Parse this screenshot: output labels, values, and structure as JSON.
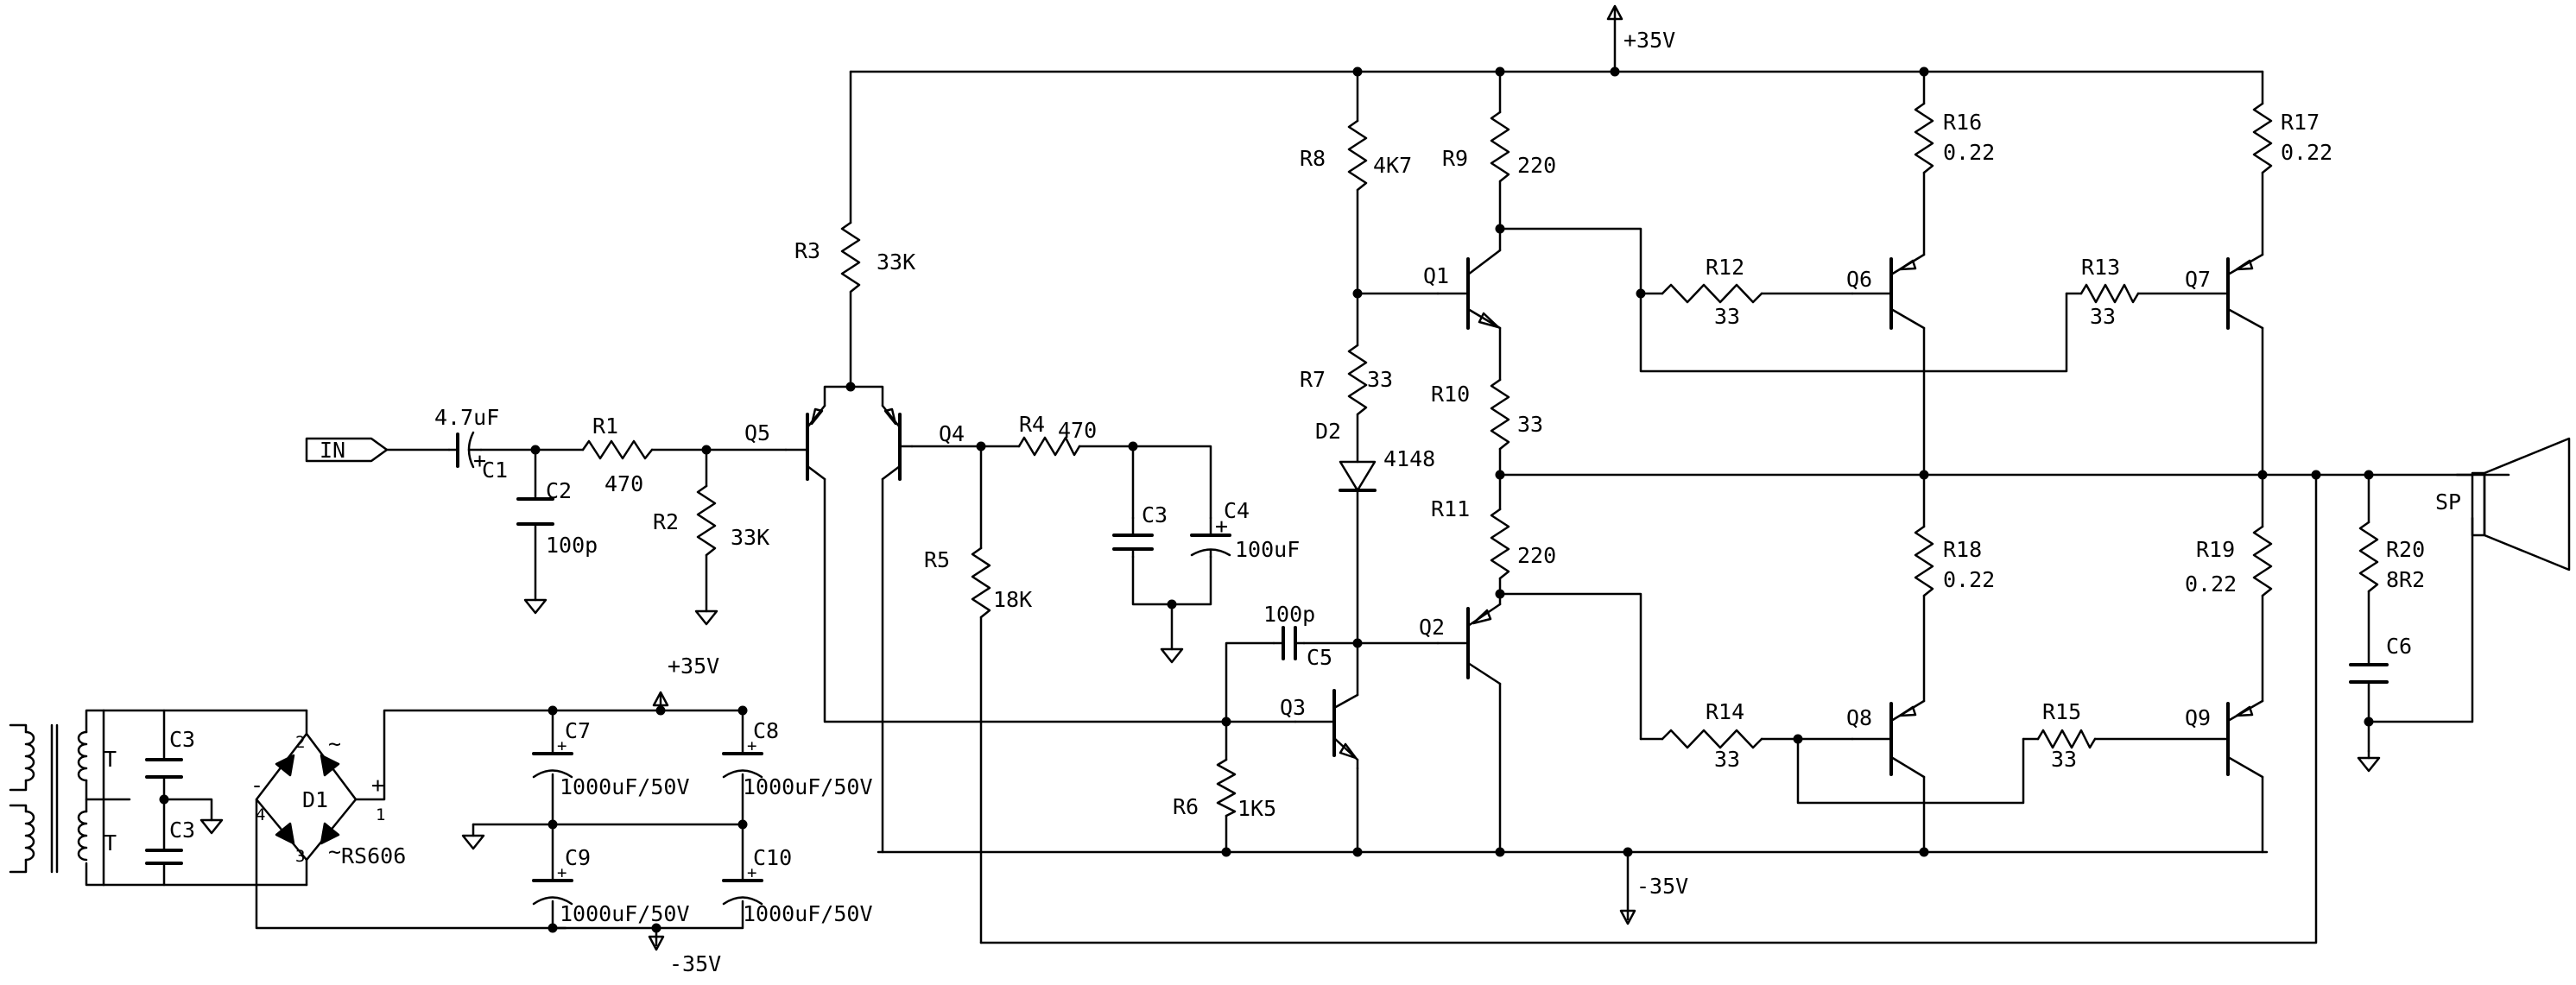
{
  "rails": {
    "vcc_top": "+35V",
    "vee_bottom": "-35V",
    "psu_pos": "+35V",
    "psu_neg": "-35V"
  },
  "input": {
    "port": "IN",
    "c1_value": "4.7uF",
    "c1_ref": "C1"
  },
  "resistors": {
    "R1": {
      "ref": "R1",
      "value": "470"
    },
    "R2": {
      "ref": "R2",
      "value": "33K"
    },
    "R3": {
      "ref": "R3",
      "value": "33K"
    },
    "R4": {
      "ref": "R4",
      "value": "470"
    },
    "R5": {
      "ref": "R5",
      "value": "18K"
    },
    "R6": {
      "ref": "R6",
      "value": "1K5"
    },
    "R7": {
      "ref": "R7",
      "value": "33"
    },
    "R8": {
      "ref": "R8",
      "value": "4K7"
    },
    "R9": {
      "ref": "R9",
      "value": "220"
    },
    "R10": {
      "ref": "R10",
      "value": "33"
    },
    "R11": {
      "ref": "R11",
      "value": "220"
    },
    "R12": {
      "ref": "R12",
      "value": "33"
    },
    "R13": {
      "ref": "R13",
      "value": "33"
    },
    "R14": {
      "ref": "R14",
      "value": "33"
    },
    "R15": {
      "ref": "R15",
      "value": "33"
    },
    "R16": {
      "ref": "R16",
      "value": "0.22"
    },
    "R17": {
      "ref": "R17",
      "value": "0.22"
    },
    "R18": {
      "ref": "R18",
      "value": "0.22"
    },
    "R19": {
      "ref": "R19",
      "value": "0.22"
    },
    "R20": {
      "ref": "R20",
      "value": "8R2"
    }
  },
  "capacitors": {
    "C2": {
      "ref": "C2",
      "value": "100p"
    },
    "C3": {
      "ref": "C3",
      "value": ""
    },
    "C4": {
      "ref": "C4",
      "value": "100uF"
    },
    "C5": {
      "ref": "C5",
      "value": "100p"
    },
    "C6": {
      "ref": "C6",
      "value": ""
    },
    "C7": {
      "ref": "C7",
      "value": "1000uF/50V"
    },
    "C8": {
      "ref": "C8",
      "value": "1000uF/50V"
    },
    "C9": {
      "ref": "C9",
      "value": "1000uF/50V"
    },
    "C10": {
      "ref": "C10",
      "value": "1000uF/50V"
    },
    "C3a": {
      "ref": "C3"
    },
    "C3b": {
      "ref": "C3"
    }
  },
  "transistors": {
    "Q1": "Q1",
    "Q2": "Q2",
    "Q3": "Q3",
    "Q4": "Q4",
    "Q5": "Q5",
    "Q6": "Q6",
    "Q7": "Q7",
    "Q8": "Q8",
    "Q9": "Q9"
  },
  "diode": {
    "ref": "D2",
    "value": "4148"
  },
  "bridge": {
    "ref": "D1",
    "part": "RS606",
    "pin1": "1",
    "pin2": "2",
    "pin3": "3",
    "pin4": "4",
    "plus": "+",
    "minus": "-",
    "ac1": "~",
    "ac2": "~"
  },
  "transformer": {
    "t1": "T",
    "t2": "T"
  },
  "speaker": {
    "ref": "SP"
  },
  "polarity": {
    "plus": "+"
  }
}
